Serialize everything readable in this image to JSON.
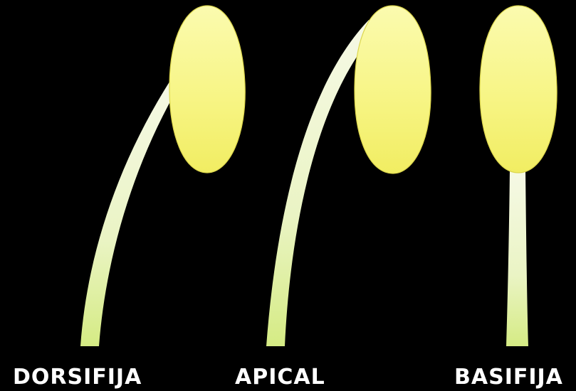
{
  "colors": {
    "background": "#000000",
    "anther_light": "#fafaa0",
    "anther_dark": "#f4f06a",
    "anther_outline": "#d8d44a",
    "filament_top": "#f6f9e4",
    "filament_bottom": "#d6ec86",
    "label_text": "#ffffff"
  },
  "stamens": [
    {
      "type": "dorsifixed",
      "label": "DORSIFIJA",
      "attachment": "dorsal"
    },
    {
      "type": "apical",
      "label": "APICAL",
      "attachment": "apical"
    },
    {
      "type": "basifixed",
      "label": "BASIFIJA",
      "attachment": "basal"
    }
  ]
}
